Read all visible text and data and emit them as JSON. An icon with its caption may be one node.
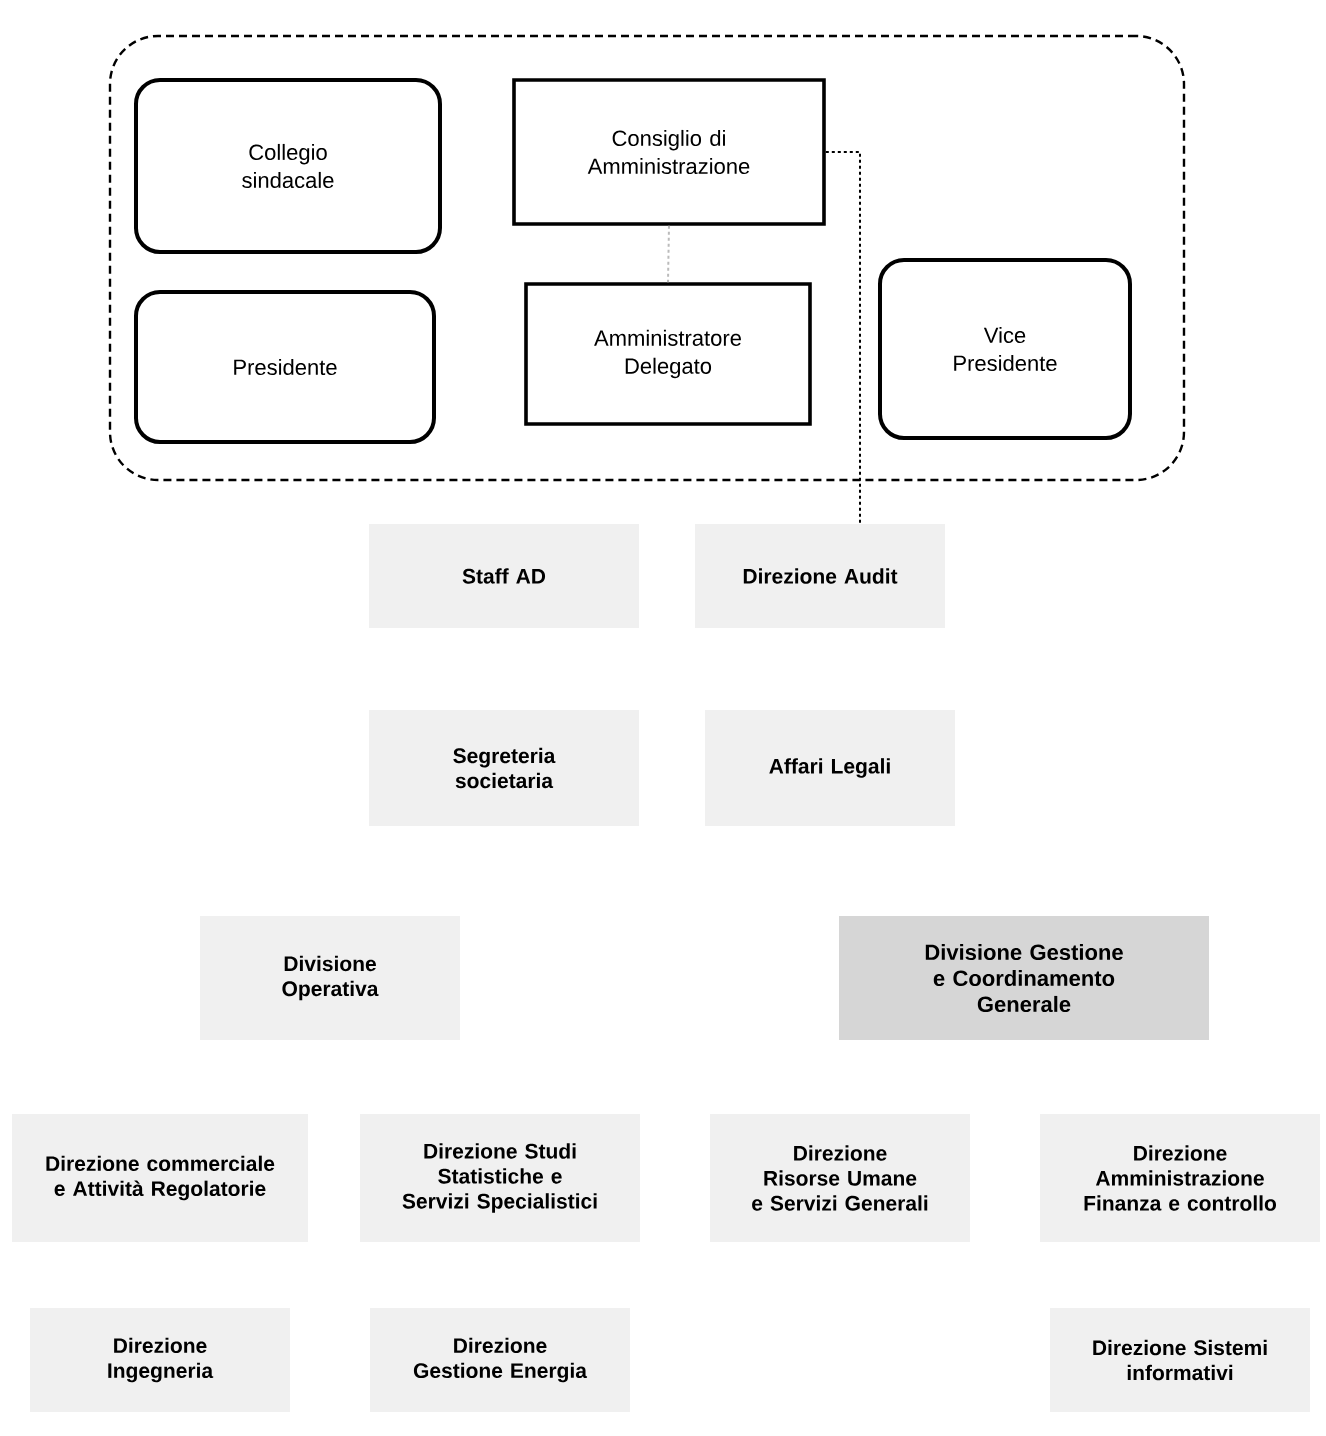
{
  "diagram": {
    "nodes": [
      {
        "text": [],
        "shape": "box"
      },
      {
        "text": [
          "Collegio sindacale"
        ],
        "in": 0
      },
      {
        "text": [
          "Consiglio di Amministrazione"
        ],
        "in": 0
      },
      {
        "text": [
          "Presidente"
        ],
        "in": 0
      },
      {
        "text": [
          "Amministratore Delegato"
        ],
        "in": 0
      },
      {
        "text": [
          "Vice Presidente"
        ],
        "in": 0
      },
      {
        "text": [
          "Staff AD"
        ]
      },
      {
        "text": [
          "Direzione Audit"
        ]
      },
      {
        "text": [
          "Segreteria societaria"
        ]
      },
      {
        "text": [
          "Affari Legali"
        ]
      },
      {
        "text": [
          "Divisione Operativa"
        ]
      },
      {
        "text": [
          "Divisione Gestione e Coordinamento Generale"
        ]
      },
      {
        "text": [
          "Direzione commerciale e Attività Regolatorie"
        ]
      },
      {
        "text": [
          "Direzione Studi Statistiche e Servizi Specialistici"
        ]
      },
      {
        "text": [
          "Direzione Risorse Umane e Servizi Generali"
        ]
      },
      {
        "text": [
          "Direzione Amministrazione Finanza e controllo"
        ]
      },
      {
        "text": [
          "Direzione Ingegneria"
        ]
      },
      {
        "text": [
          "Direzione Gestione Energia"
        ]
      },
      {
        "text": [
          "Direzione Sistemi informativi"
        ]
      }
    ],
    "edges": [
      {
        "from": 2,
        "to": 4,
        "arrow": "none",
        "style": "dashed",
        "color": "#bbbbbb"
      },
      {
        "from": 2,
        "to": 7,
        "arrow": "none",
        "style": "dashed",
        "color": "#000000"
      }
    ]
  }
}
